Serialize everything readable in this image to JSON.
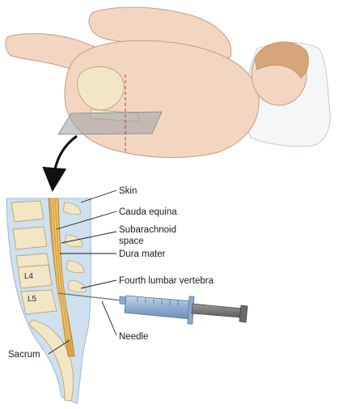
{
  "labels": {
    "skin": "Skin",
    "cauda_equina": "Cauda equina",
    "subarachnoid_line1": "Subarachnoid",
    "subarachnoid_line2": "space",
    "dura_mater": "Dura mater",
    "fourth_lumbar_vertebra": "Fourth lumbar vertebra",
    "needle": "Needle",
    "sacrum": "Sacrum"
  },
  "vertebra_labels": {
    "l4": "L4",
    "l5": "L5"
  },
  "colors": {
    "skin": "#f3d6c2",
    "skin_outline": "#c89a83",
    "bone": "#f2e6c4",
    "bone_outline": "#b9a77a",
    "disc": "#cfe0ee",
    "canal_blue": "#a9c6e3",
    "dura": "#d9a44a",
    "cord": "#f0d080",
    "syringe_blue": "#8aa9cc",
    "needle_gray": "#7c7c7c",
    "plane_gray": "#9aa0a8",
    "pillow": "#f4f6f8",
    "hair": "#d7a57a",
    "dash_red": "#c0392b"
  }
}
